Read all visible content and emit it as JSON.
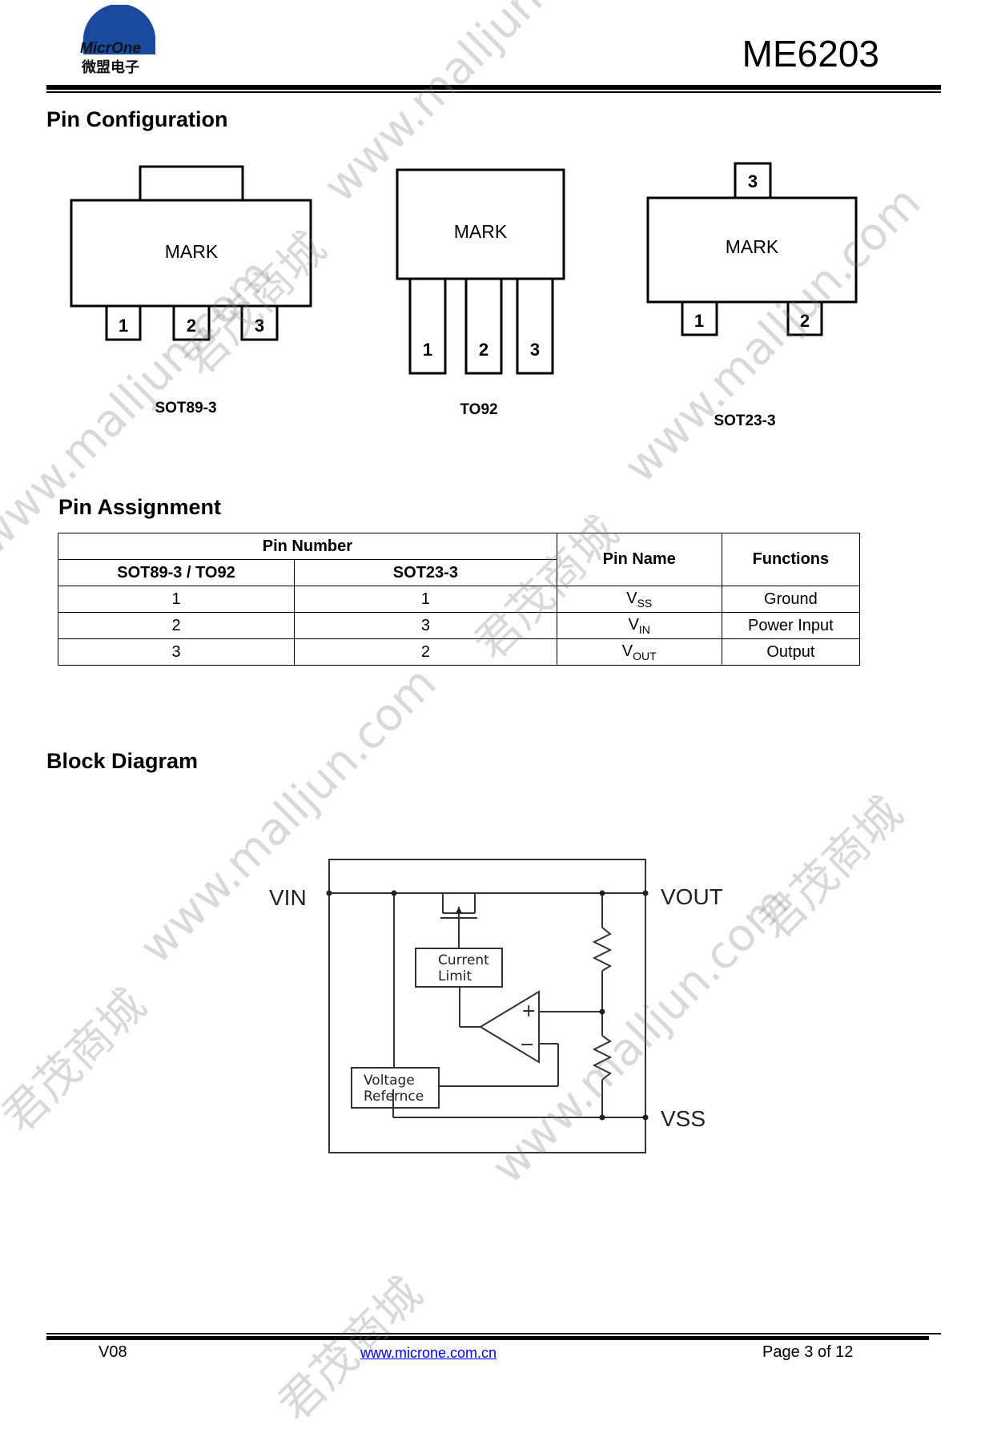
{
  "header": {
    "logo_text": "MicrOne",
    "logo_cn": "微盟电子",
    "part_number": "ME6203"
  },
  "sections": {
    "pin_config": "Pin Configuration",
    "pin_assign": "Pin Assignment",
    "block_diagram": "Block Diagram"
  },
  "packages": [
    {
      "name": "SOT89-3",
      "mark": "MARK",
      "pins": [
        "1",
        "2",
        "3"
      ]
    },
    {
      "name": "TO92",
      "mark": "MARK",
      "pins": [
        "1",
        "2",
        "3"
      ]
    },
    {
      "name": "SOT23-3",
      "mark": "MARK",
      "pins": [
        "3",
        "1",
        "2"
      ]
    }
  ],
  "table": {
    "header_pin_number": "Pin Number",
    "header_col1": "SOT89-3 / TO92",
    "header_col2": "SOT23-3",
    "header_pin_name": "Pin Name",
    "header_functions": "Functions",
    "rows": [
      {
        "a": "1",
        "b": "1",
        "name": "V",
        "sub": "SS",
        "func": "Ground"
      },
      {
        "a": "2",
        "b": "3",
        "name": "V",
        "sub": "IN",
        "func": "Power Input"
      },
      {
        "a": "3",
        "b": "2",
        "name": "V",
        "sub": "OUT",
        "func": "Output"
      }
    ]
  },
  "block": {
    "vin": "VIN",
    "vout": "VOUT",
    "vss": "VSS",
    "current_limit_1": "Current",
    "current_limit_2": "Limit",
    "voltage_ref_1": "Voltage",
    "voltage_ref_2": "Refernce",
    "plus": "+",
    "minus": "−"
  },
  "footer": {
    "version": "V08",
    "url": "www.microne.com.cn",
    "page": "Page 3 of 12"
  },
  "watermark": {
    "site": "www.malljun.com",
    "cn": "君茂商城"
  }
}
